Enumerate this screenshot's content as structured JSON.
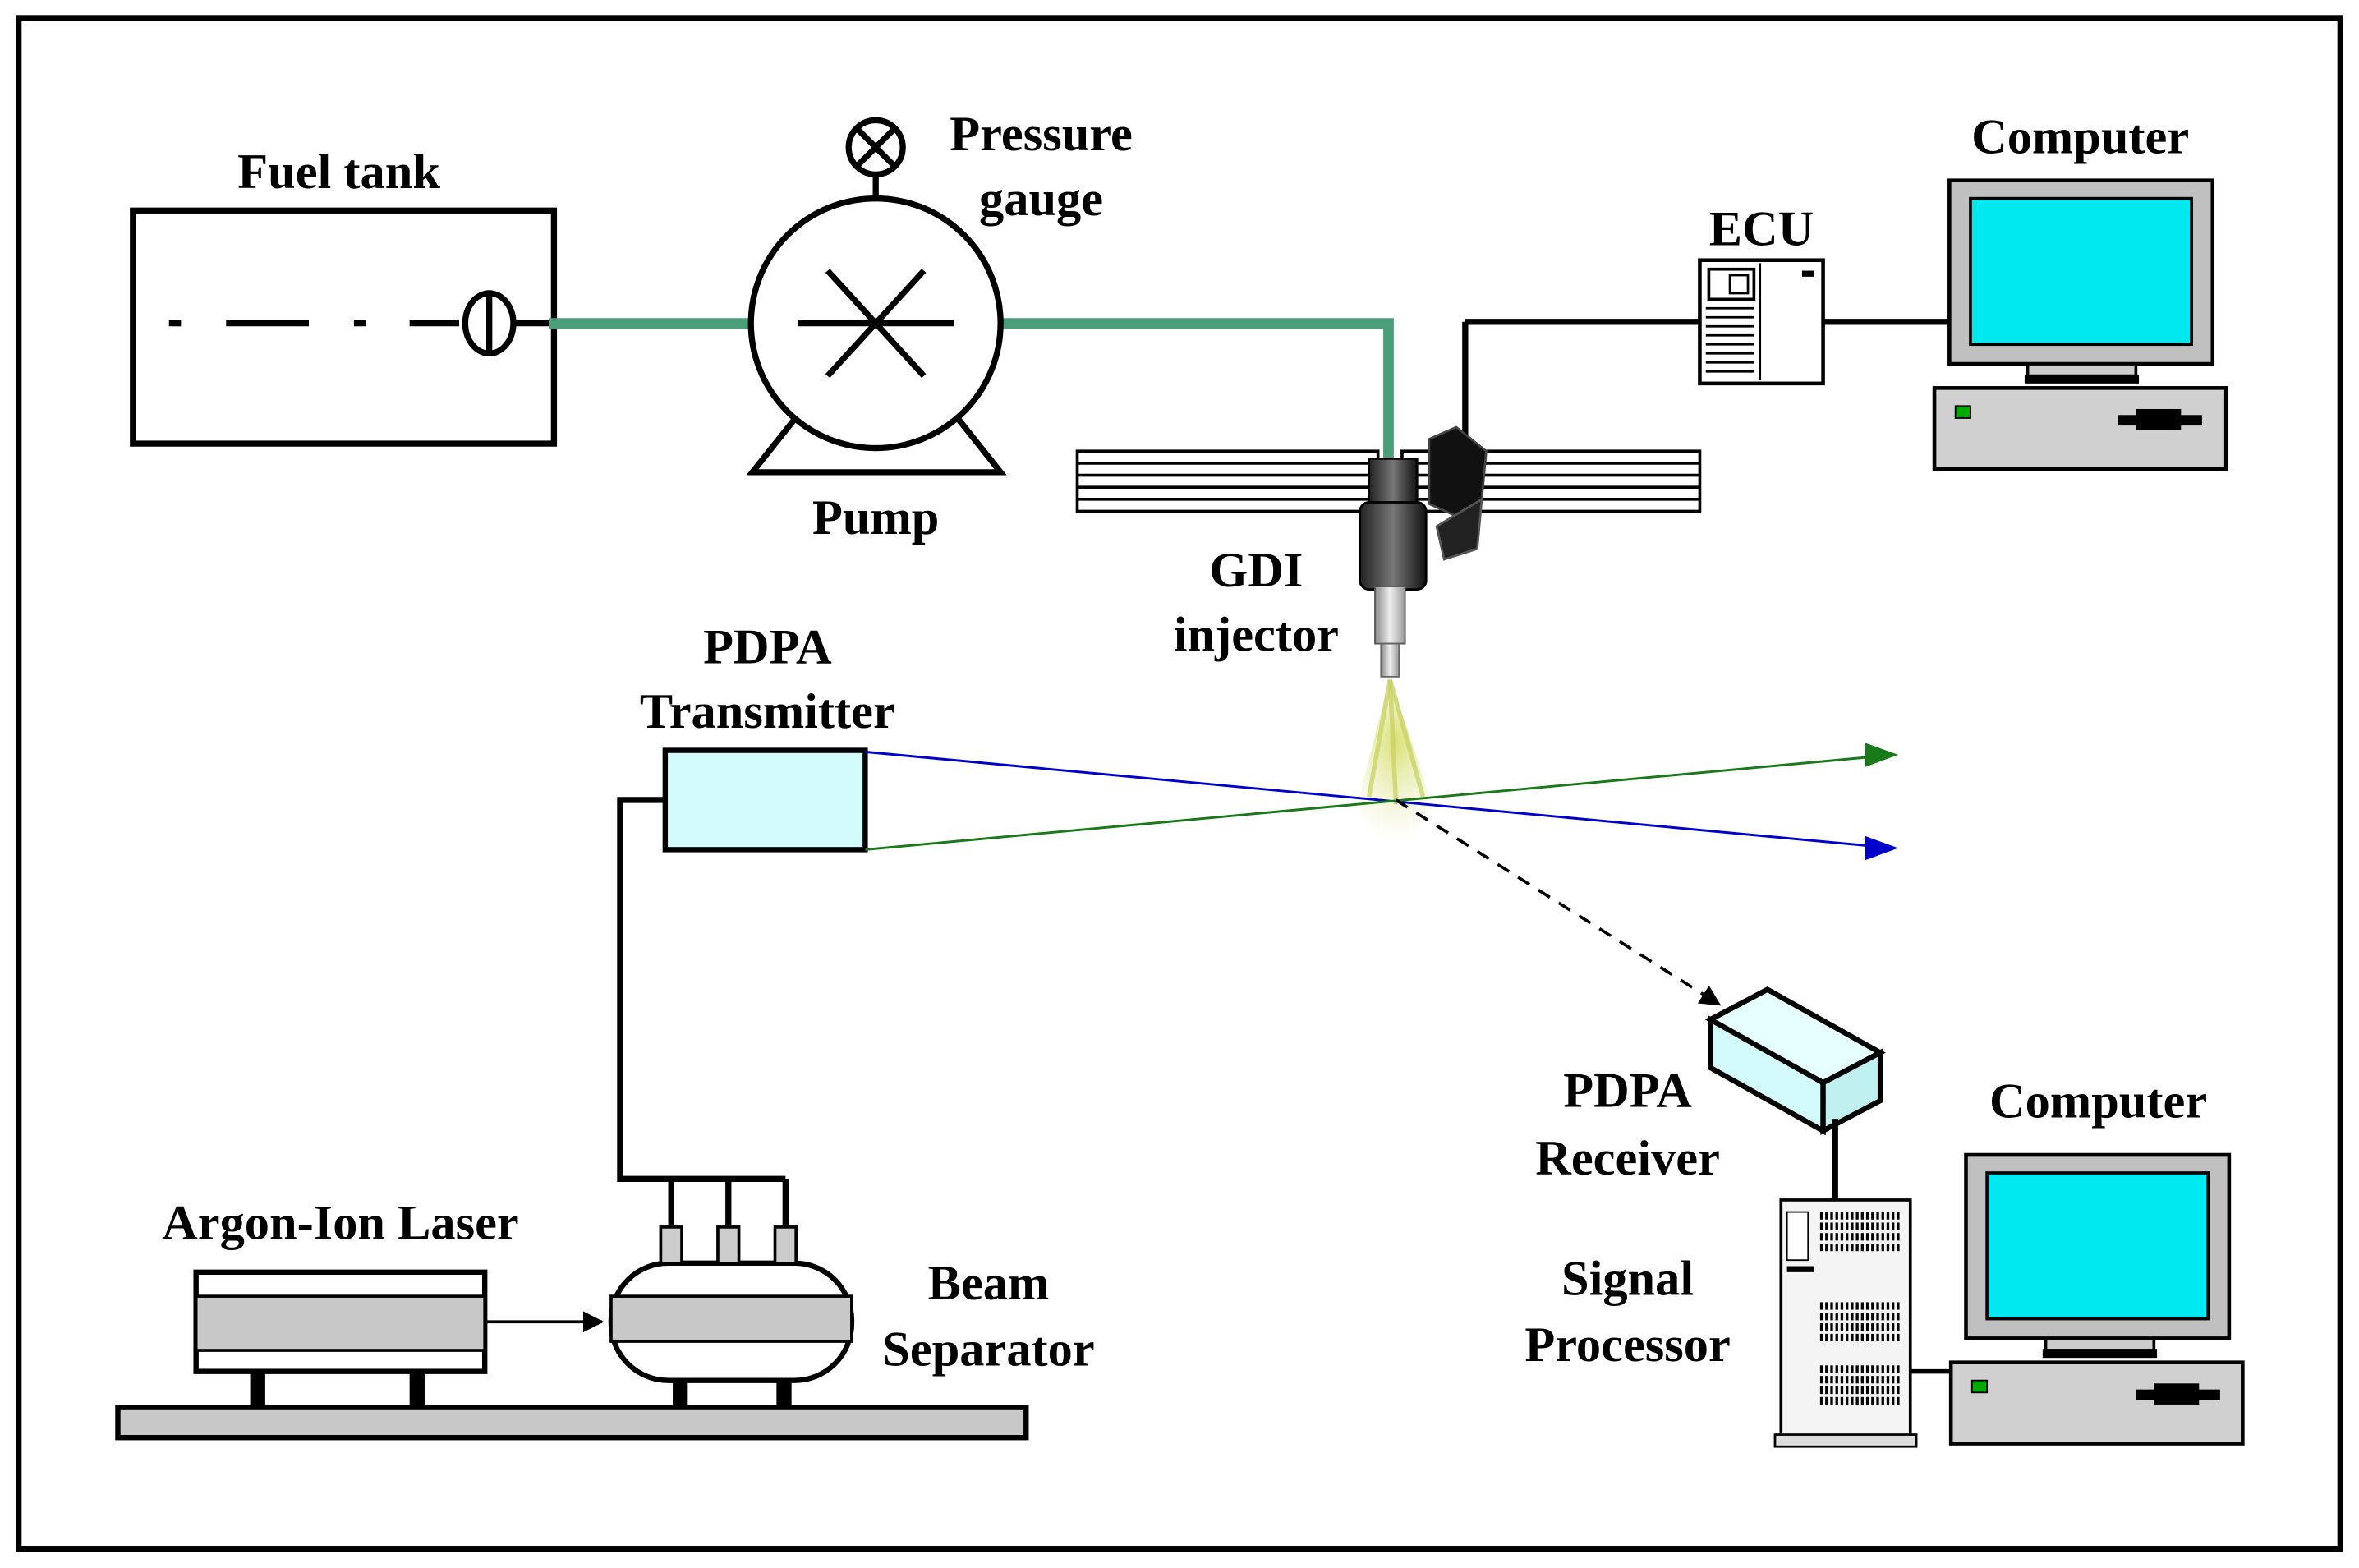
{
  "labels": {
    "fuel_tank": "Fuel tank",
    "pressure_gauge_1": "Pressure",
    "pressure_gauge_2": "gauge",
    "pump": "Pump",
    "ecu": "ECU",
    "computer_top": "Computer",
    "gdi_injector_1": "GDI",
    "gdi_injector_2": "injector",
    "pdpa_transmitter_1": "PDPA",
    "pdpa_transmitter_2": "Transmitter",
    "pdpa_receiver_1": "PDPA",
    "pdpa_receiver_2": "Receiver",
    "computer_bottom": "Computer",
    "signal_processor_1": "Signal",
    "signal_processor_2": "Processor",
    "argon_ion_laser": "Argon-Ion Laser",
    "beam_separator_1": "Beam",
    "beam_separator_2": "Separator"
  },
  "colors": {
    "fuel_line": "#4a9e78",
    "beam_blue": "#0000cc",
    "beam_green": "#1a7a1a",
    "cyan_fill": "#d4fbfb",
    "monitor_screen": "#00e8f0",
    "equipment_gray": "#c8c8c8",
    "spray": "#b8c850"
  }
}
